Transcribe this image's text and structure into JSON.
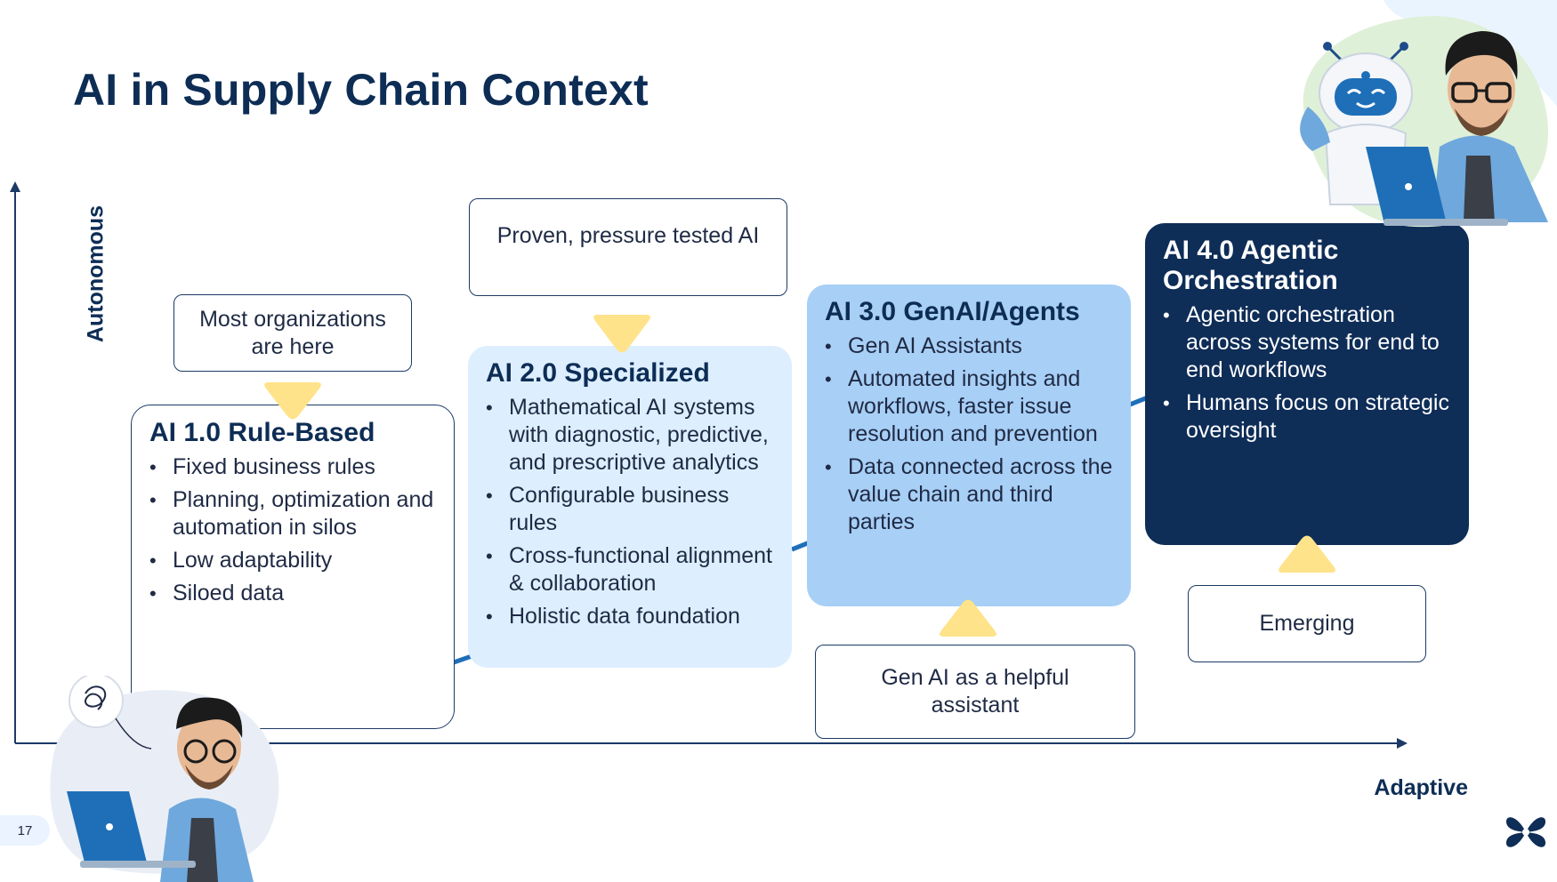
{
  "slide": {
    "title": "AI in Supply Chain Context",
    "page_number": "17",
    "y_axis_label": "Autonomous",
    "x_axis_label": "Adaptive"
  },
  "callouts": {
    "most_orgs": "Most organizations are here",
    "proven": "Proven, pressure tested AI",
    "gen_ai_assistant": "Gen AI as a helpful assistant",
    "emerging": "Emerging"
  },
  "stages": [
    {
      "title": "AI 1.0 Rule-Based",
      "bullets": [
        "Fixed business rules",
        "Planning, optimization and automation in silos",
        "Low adaptability",
        "Siloed data"
      ]
    },
    {
      "title": "AI 2.0 Specialized",
      "bullets": [
        "Mathematical AI systems with diagnostic, predictive, and prescriptive analytics",
        "Configurable business rules",
        "Cross-functional alignment & collaboration",
        "Holistic data foundation"
      ]
    },
    {
      "title": "AI 3.0 GenAI/Agents",
      "bullets": [
        "Gen AI Assistants",
        "Automated insights and workflows, faster issue resolution and prevention",
        "Data connected across the value chain and third parties"
      ]
    },
    {
      "title": "AI 4.0 Agentic Orchestration",
      "bullets": [
        "Agentic orchestration across systems for end to end workflows",
        "Humans focus on strategic oversight"
      ]
    }
  ],
  "colors": {
    "navy": "#0e2d57",
    "light_blue": "#ddeeff",
    "mid_blue": "#a8cff6",
    "arrow_yellow": "#ffe38a",
    "axis": "#1b3a66"
  },
  "icons": [
    "confused-person-illustration",
    "robot-and-person-illustration",
    "brand-logo-icon",
    "scribble-thought-icon"
  ]
}
